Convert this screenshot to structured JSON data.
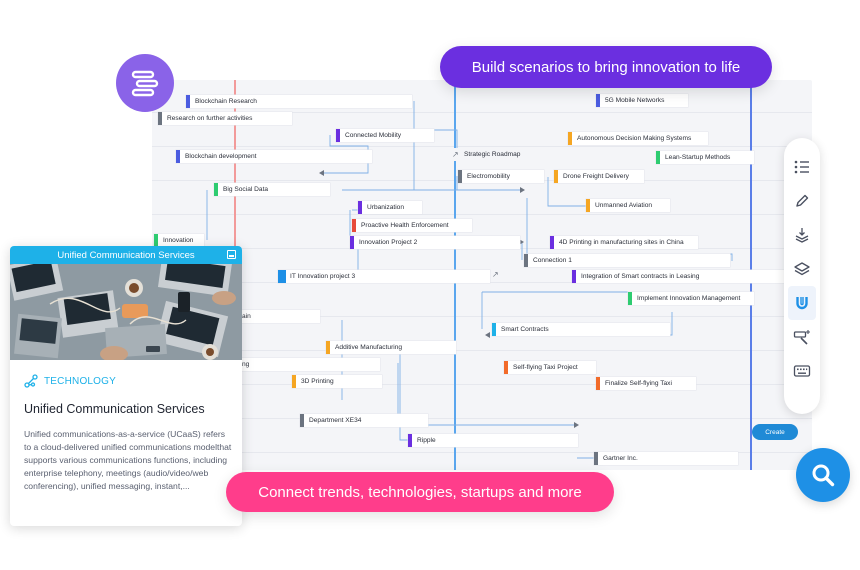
{
  "banners": {
    "top": "Build scenarios to bring innovation to life",
    "bottom": "Connect trends, technologies, startups and more"
  },
  "colors": {
    "purple": "#6b2fe0",
    "pink": "#ff3d8b",
    "blue": "#1e90e6",
    "cyan": "#1eb1e8",
    "orange": "#f5a623",
    "green": "#2ecc71",
    "red": "#e74c3c",
    "gray": "#6c7480"
  },
  "roadmap": {
    "nodes": [
      {
        "label": "Blockchain Research",
        "color": "#4b5ce0"
      },
      {
        "label": "Research on further activities",
        "color": "#6c7480"
      },
      {
        "label": "Connected Mobility",
        "color": "#6b2fe0"
      },
      {
        "label": "Blockchain development",
        "color": "#4b5ce0"
      },
      {
        "label": "Strategic Roadmap",
        "color": ""
      },
      {
        "label": "Electromobility",
        "color": "#6c7480"
      },
      {
        "label": "Big Social Data",
        "color": "#2ecc71"
      },
      {
        "label": "Urbanization",
        "color": "#6b2fe0"
      },
      {
        "label": "Proactive Health Enforcement",
        "color": "#e74c3c"
      },
      {
        "label": "Innovation",
        "color": "#2ecc71"
      },
      {
        "label": "Innovation Project 2",
        "color": "#6b2fe0"
      },
      {
        "label": "4D Printing in manufacturing sites in China",
        "color": "#6b2fe0"
      },
      {
        "label": "Connection 1",
        "color": "#6c7480"
      },
      {
        "label": "IT Innovation project 3",
        "color": ""
      },
      {
        "label": "Integration of Smart contracts in Leasing",
        "color": "#6b2fe0"
      },
      {
        "label": "Implement Innovation Management",
        "color": "#2ecc71"
      },
      {
        "label": "chain",
        "color": ""
      },
      {
        "label": "Smart Contracts",
        "color": "#1eb1e8"
      },
      {
        "label": "Additive Manufacturing",
        "color": "#f5a623"
      },
      {
        "label": "eting",
        "color": ""
      },
      {
        "label": "Self-flying Taxi Project",
        "color": "#f26b2a"
      },
      {
        "label": "3D Printing",
        "color": "#f5a623"
      },
      {
        "label": "Finalize Self-flying Taxi",
        "color": "#f26b2a"
      },
      {
        "label": "Department XE34",
        "color": "#6c7480"
      },
      {
        "label": "Ripple",
        "color": "#6b2fe0"
      },
      {
        "label": "Gartner Inc.",
        "color": "#6c7480"
      },
      {
        "label": "5G Mobile Networks",
        "color": "#4b5ce0"
      },
      {
        "label": "Autonomous Decision Making Systems",
        "color": "#f5a623"
      },
      {
        "label": "Lean-Startup Methods",
        "color": "#2ecc71"
      },
      {
        "label": "Drone Freight Delivery",
        "color": "#f5a623"
      },
      {
        "label": "Unmanned Aviation",
        "color": "#f5a623"
      }
    ]
  },
  "toolbar": {
    "items": [
      "list-icon",
      "pencil-icon",
      "layers-download-icon",
      "layers-icon",
      "magnet-icon",
      "wand-icon",
      "keyboard-icon"
    ],
    "create_label": "Create"
  },
  "card": {
    "header": "Unified Communication Services",
    "category": "TECHNOLOGY",
    "title": "Unified Communication Services",
    "description": "Unified communications-as-a-service (UCaaS) refers to a cloud-delivered unified communications modelthat supports various communications functions, including enterprise telephony, meetings (audio/video/web conferencing), unified messaging, instant,..."
  }
}
